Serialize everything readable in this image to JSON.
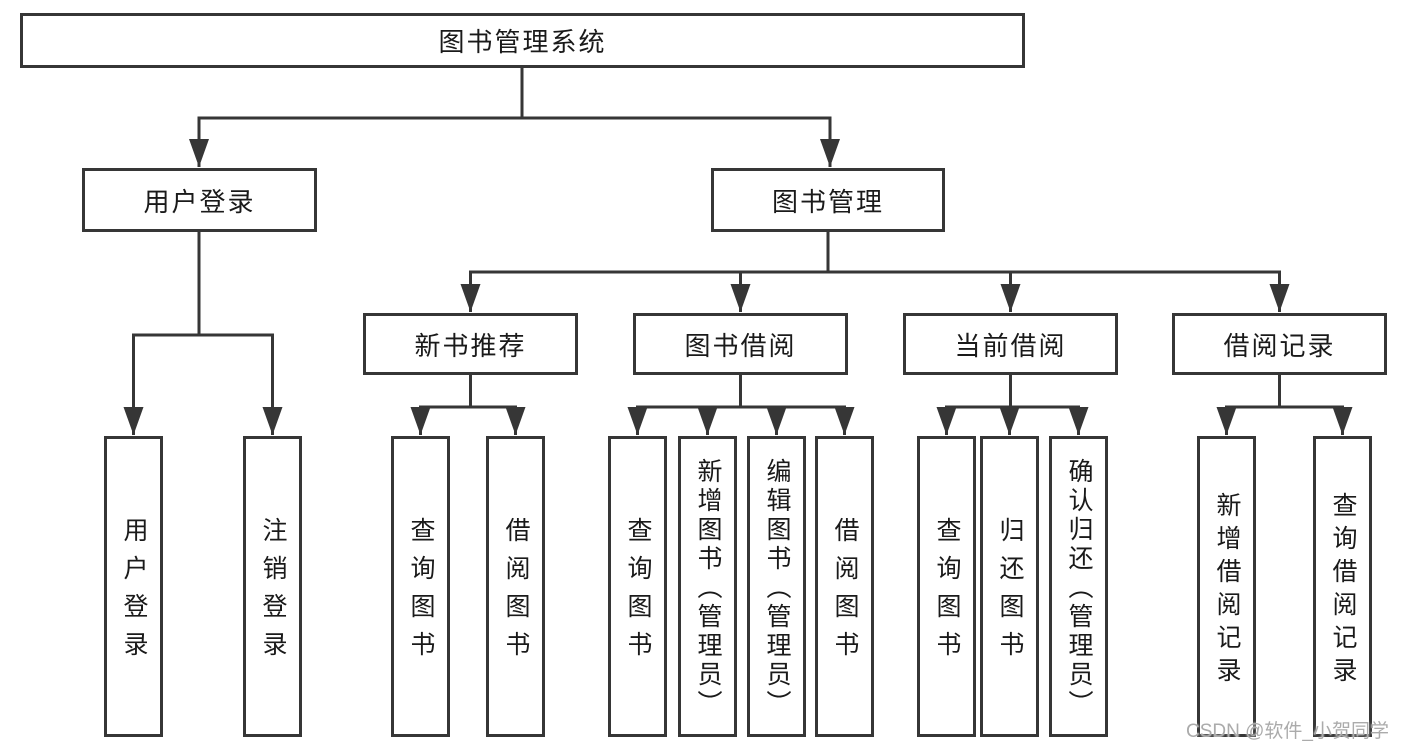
{
  "diagram": {
    "root": {
      "label": "图书管理系统"
    },
    "level2": [
      {
        "label": "用户登录"
      },
      {
        "label": "图书管理"
      }
    ],
    "level3": [
      {
        "label": "新书推荐"
      },
      {
        "label": "图书借阅"
      },
      {
        "label": "当前借阅"
      },
      {
        "label": "借阅记录"
      }
    ],
    "level4": [
      {
        "label": "用户登录"
      },
      {
        "label": "注销登录"
      },
      {
        "label": "查询图书"
      },
      {
        "label": "借阅图书"
      },
      {
        "label": "查询图书"
      },
      {
        "label": "新增图书（管理员）"
      },
      {
        "label": "编辑图书（管理员）"
      },
      {
        "label": "借阅图书"
      },
      {
        "label": "查询图书"
      },
      {
        "label": "归还图书"
      },
      {
        "label": "确认归还（管理员）"
      },
      {
        "label": "新增借阅记录"
      },
      {
        "label": "查询借阅记录"
      }
    ]
  },
  "watermark": {
    "text": "CSDN @软件_小贺同学"
  },
  "colors": {
    "line": "#363636",
    "text": "#1a1a1a",
    "box_bg": "#ffffff",
    "watermark": "#ababab"
  }
}
